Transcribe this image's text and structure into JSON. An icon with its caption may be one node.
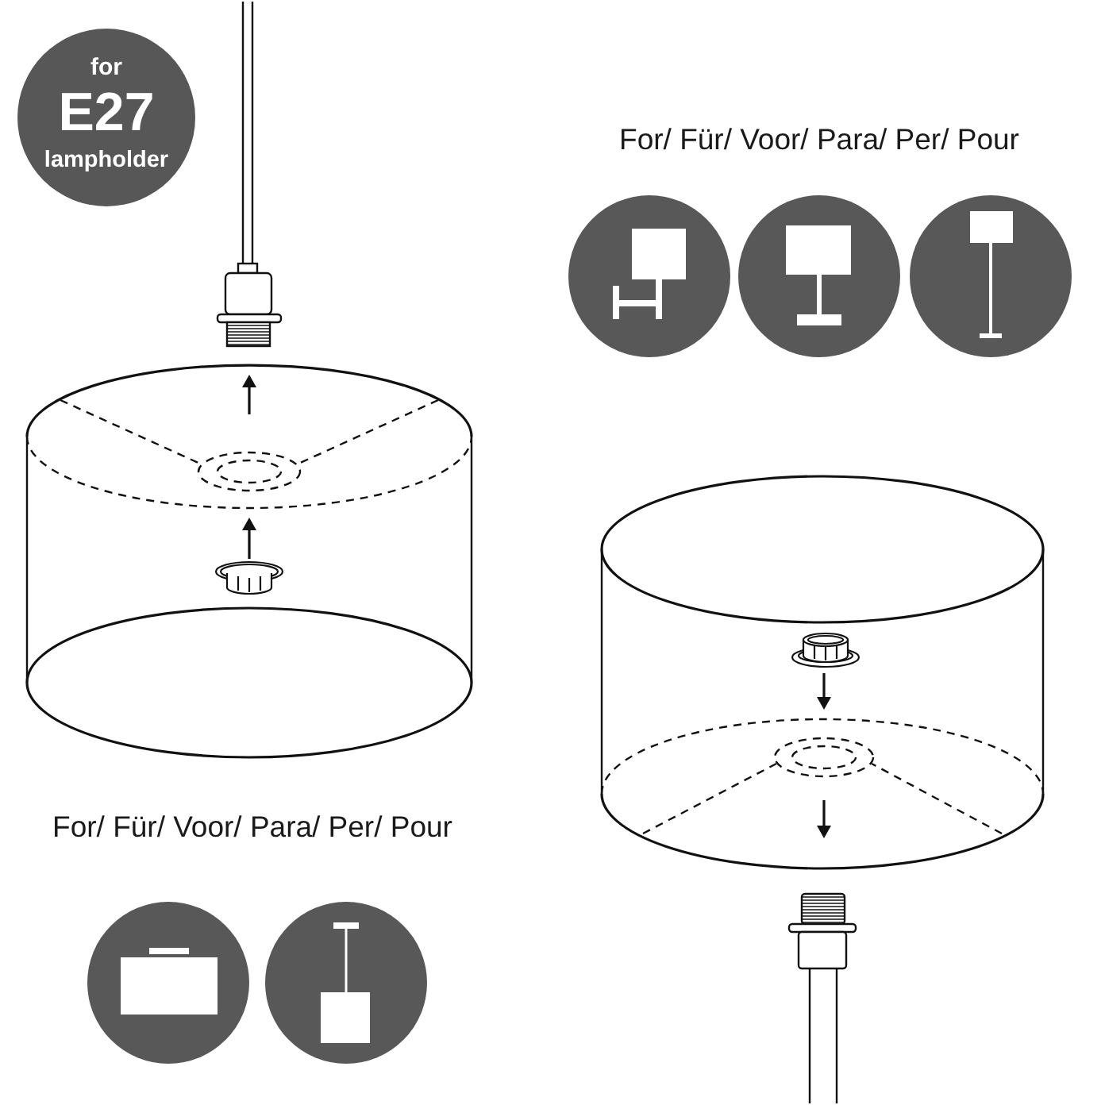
{
  "diagram": {
    "nodes": [
      {
        "text": [
          "for",
          "E27",
          "lampholder"
        ]
      }
    ],
    "labels": [
      "For/ Für/ Voor/ Para/ Per/ Pour",
      "For/ Für/ Voor/ Para/ Per/ Pour"
    ]
  }
}
